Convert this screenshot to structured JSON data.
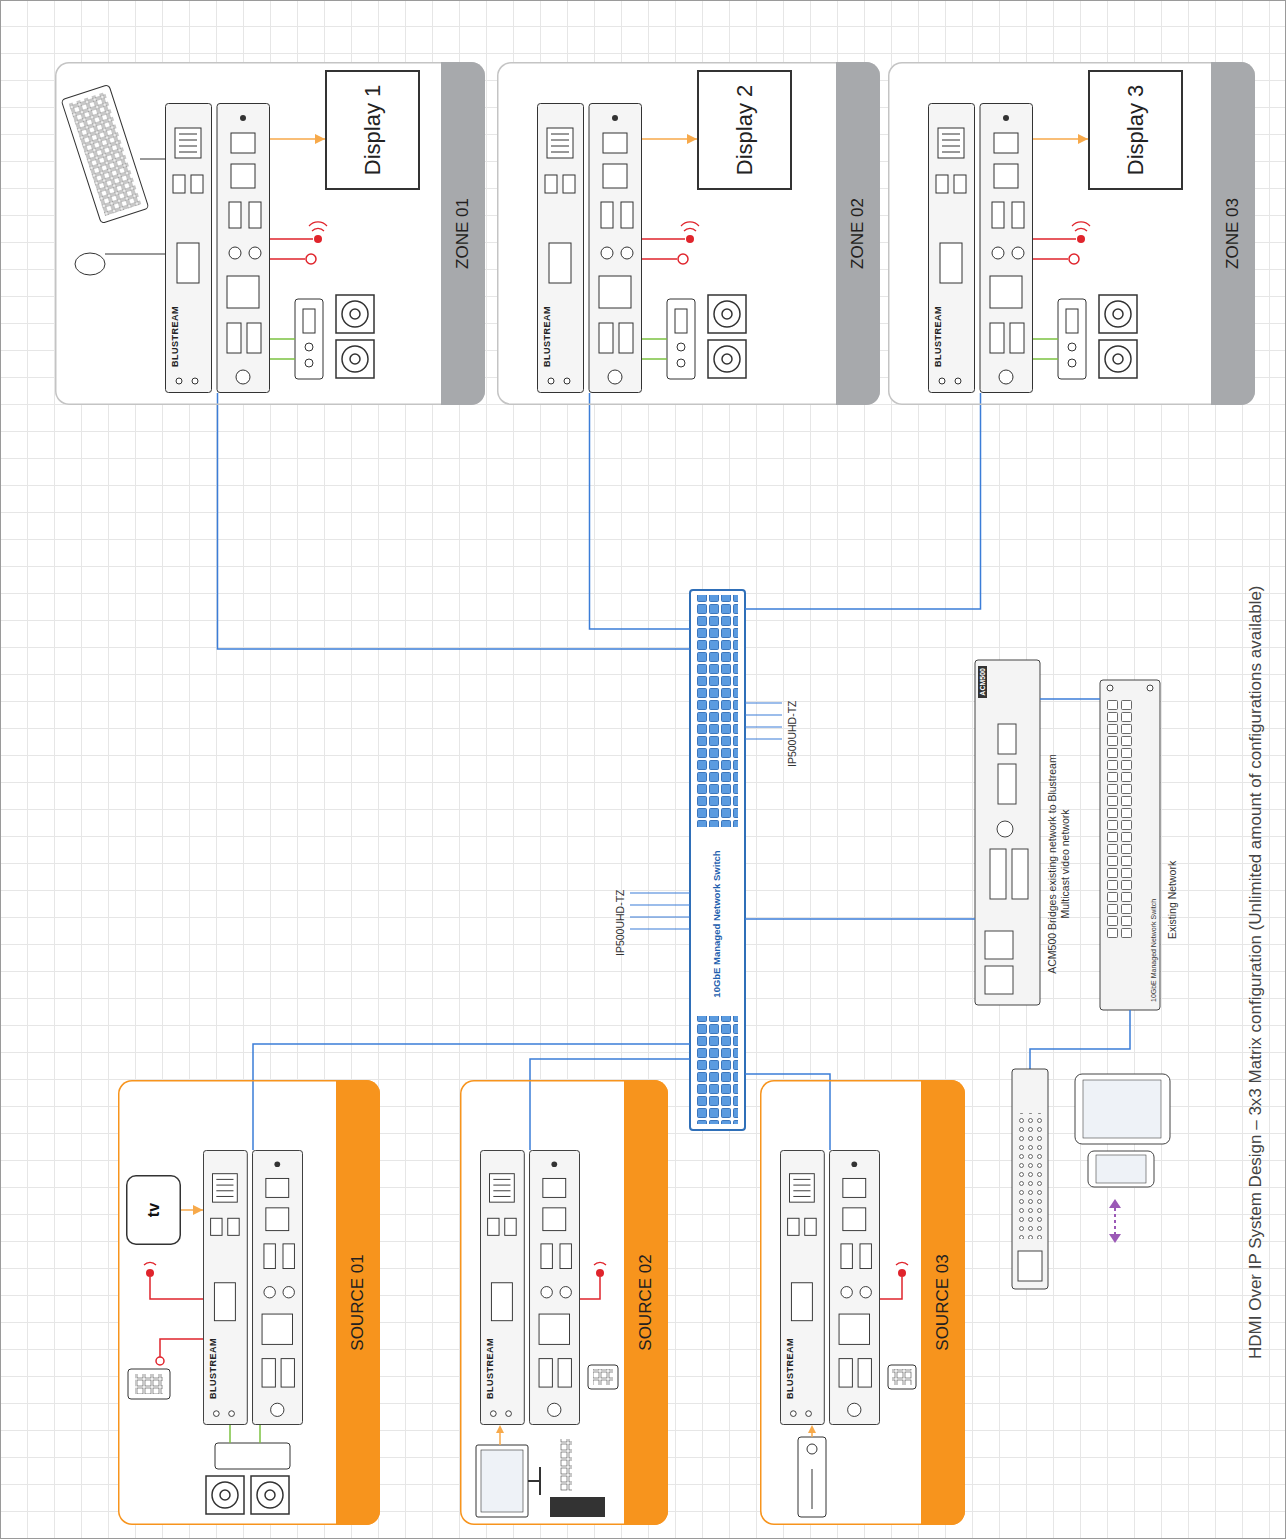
{
  "diagram": {
    "caption": "HDMI Over IP System Design – 3x3 Matrix configuration (Unlimited amount of configurations available)",
    "nodes": [
      {
        "text": [
          "ZONE 01"
        ]
      },
      {
        "text": [
          "BLUSTREAM"
        ],
        "in": 0
      },
      {
        "text": [
          "Display 1"
        ],
        "in": 0
      },
      {
        "text": [
          "ZONE 02"
        ]
      },
      {
        "text": [
          "BLUSTREAM"
        ],
        "in": 3
      },
      {
        "text": [
          "Display 2"
        ],
        "in": 3
      },
      {
        "text": [
          "ZONE 03"
        ]
      },
      {
        "text": [
          "BLUSTREAM"
        ],
        "in": 6
      },
      {
        "text": [
          "Display 3"
        ],
        "in": 6
      },
      {
        "text": [
          "10GbE Managed Network Switch"
        ]
      },
      {
        "text": [
          "ACM500"
        ]
      },
      {
        "text": [
          "10GbE Managed Network Switch"
        ]
      },
      {
        "text": [
          "SOURCE 01"
        ]
      },
      {
        "text": [
          "BLUSTREAM"
        ],
        "in": 12
      },
      {
        "text": [
          "tv"
        ],
        "in": 12
      },
      {
        "text": [
          "SOURCE 02"
        ]
      },
      {
        "text": [
          "BLUSTREAM"
        ],
        "in": 15
      },
      {
        "text": [
          "SOURCE 03"
        ]
      },
      {
        "text": [
          "BLUSTREAM"
        ],
        "in": 17
      }
    ],
    "edges": [
      {
        "from": 1,
        "to": 9,
        "arrow": "none"
      },
      {
        "from": 4,
        "to": 9,
        "arrow": "none"
      },
      {
        "from": 7,
        "to": 9,
        "arrow": "none"
      },
      {
        "from": 13,
        "to": 9,
        "arrow": "none"
      },
      {
        "from": 16,
        "to": 9,
        "arrow": "none"
      },
      {
        "from": 18,
        "to": 9,
        "arrow": "none"
      },
      {
        "from": 10,
        "to": 9,
        "arrow": "none"
      },
      {
        "from": 10,
        "to": 11,
        "arrow": "none"
      },
      {
        "from": 1,
        "to": 2,
        "arrow": "to"
      },
      {
        "from": 4,
        "to": 5,
        "arrow": "to"
      },
      {
        "from": 7,
        "to": 8,
        "arrow": "to"
      },
      {
        "from": 14,
        "to": 13,
        "arrow": "to"
      }
    ],
    "labels": [
      "IP500UHD-TZ",
      "IP500UHD-TZ",
      "ACM500 Bridges existing network to Blustream Multicast video network",
      "Existing Network"
    ]
  }
}
